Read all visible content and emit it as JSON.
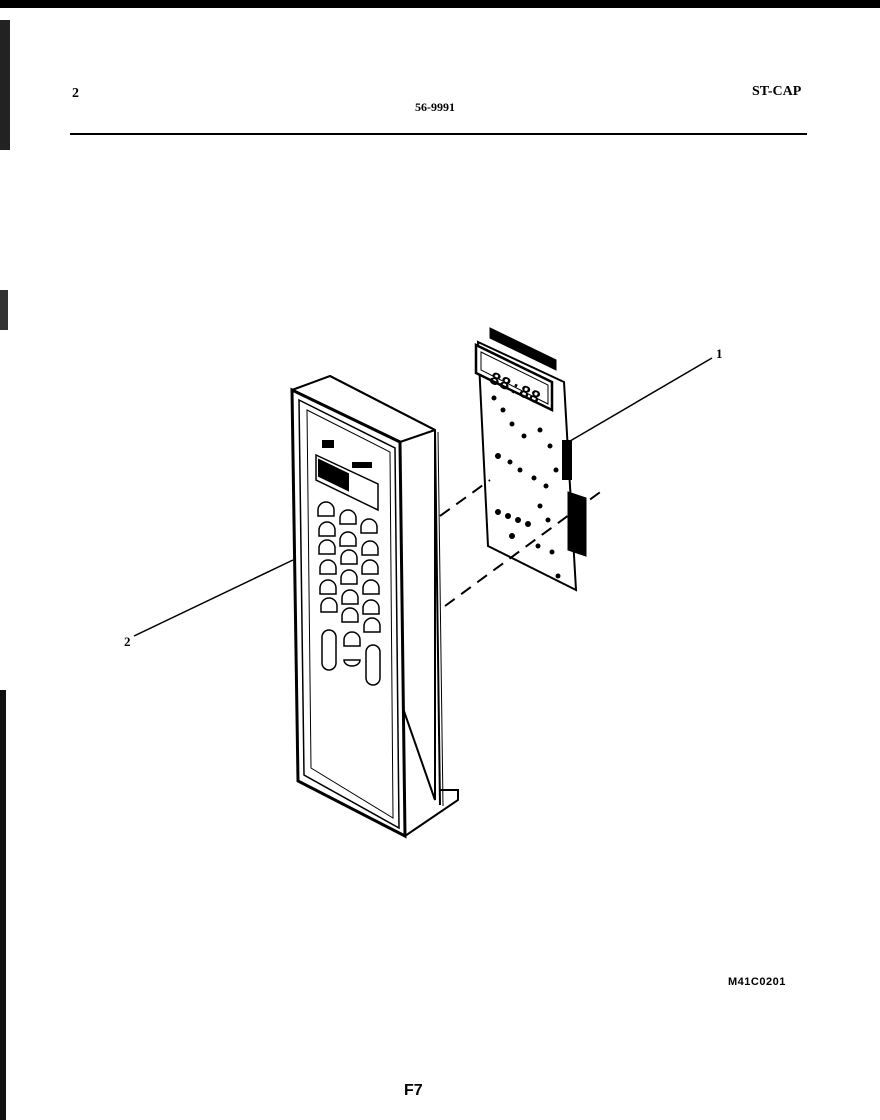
{
  "header": {
    "page_number": "2",
    "document_code": "56-9991",
    "section_code": "ST-CAP"
  },
  "callouts": [
    "1",
    "2"
  ],
  "panel": {
    "display_text": "88:88"
  },
  "footer": {
    "drawing_id": "M41C0201",
    "page_label": "F7"
  }
}
